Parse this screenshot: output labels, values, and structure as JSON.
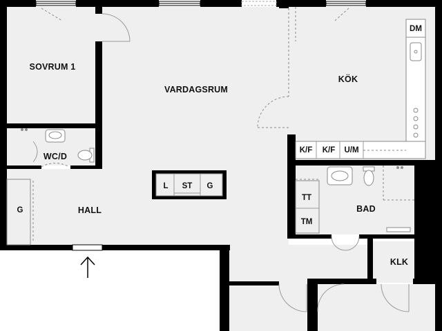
{
  "colors": {
    "wall": "#000000",
    "floor": "#efefef",
    "fixture_line": "#8a8a8a",
    "text": "#111111"
  },
  "rooms": {
    "sovrum1": "SOVRUM 1",
    "vardagsrum": "VARDAGSRUM",
    "kok": "KÖK",
    "wcd": "WC/D",
    "hall": "HALL",
    "bad": "BAD",
    "klk": "KLK"
  },
  "fixtures": {
    "dm": "DM",
    "kf1": "K/F",
    "kf2": "K/F",
    "um": "U/M",
    "l": "L",
    "st": "ST",
    "g_island": "G",
    "g_hall": "G",
    "tt": "TT",
    "tm": "TM"
  },
  "icons": {
    "entrance": "entrance-arrow-icon",
    "door": "door-swing-icon",
    "toilet": "toilet-icon",
    "sink": "sink-icon",
    "stove": "stove-icon",
    "window": "window-icon",
    "faucet": "faucet-icon"
  }
}
